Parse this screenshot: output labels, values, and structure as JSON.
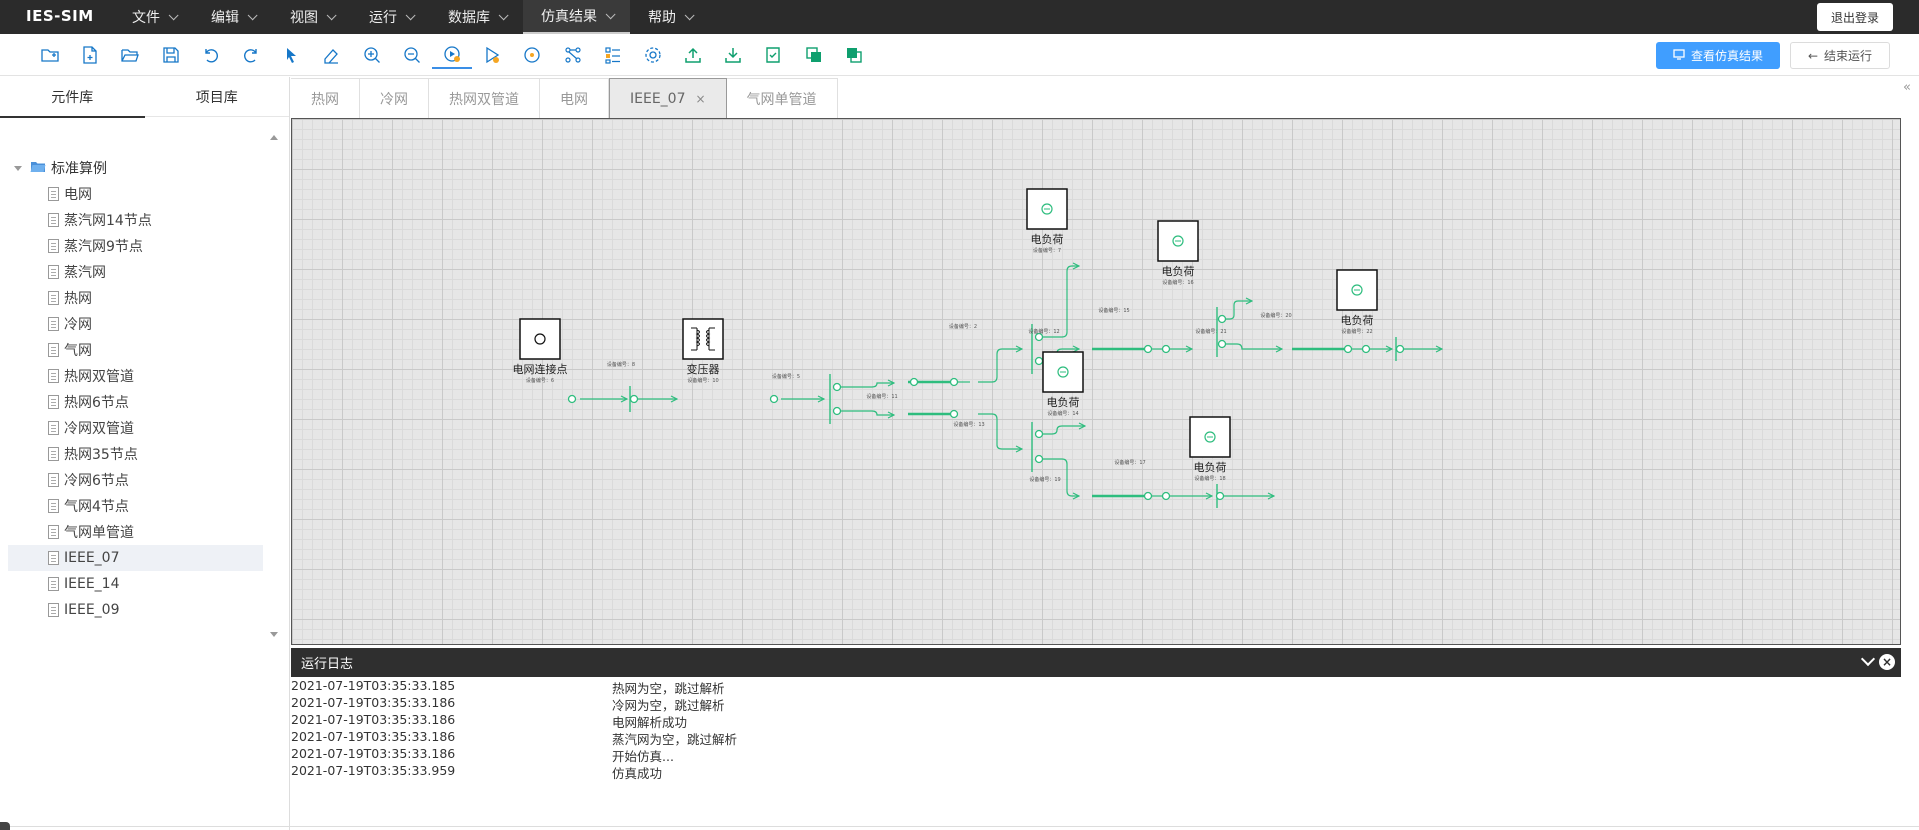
{
  "app": {
    "brand": "IES-SIM",
    "logout_label": "退出登录"
  },
  "menus": [
    {
      "label": "文件"
    },
    {
      "label": "编辑"
    },
    {
      "label": "视图"
    },
    {
      "label": "运行"
    },
    {
      "label": "数据库"
    },
    {
      "label": "仿真结果",
      "active": true
    },
    {
      "label": "帮助"
    }
  ],
  "toolbar": {
    "tools": [
      "new-folder-icon",
      "new-file-icon",
      "open-folder-icon",
      "save-icon",
      "undo-icon",
      "redo-icon",
      "pointer-icon",
      "eraser-icon",
      "zoom-in-icon",
      "zoom-out-icon",
      "run-check-icon",
      "run-pointer-icon",
      "target-icon",
      "graph-icon",
      "list-icon",
      "settings-icon",
      "upload-icon",
      "download-icon",
      "verify-icon",
      "copy-icon",
      "layers-icon"
    ],
    "selected_tool": "run-check-icon",
    "view_results_label": "查看仿真结果",
    "end_run_label": "结束运行"
  },
  "sidebar": {
    "tabs": [
      {
        "label": "元件库",
        "active": true
      },
      {
        "label": "项目库"
      }
    ],
    "root_label": "标准算例",
    "items": [
      {
        "label": "电网"
      },
      {
        "label": "蒸汽网14节点"
      },
      {
        "label": "蒸汽网9节点"
      },
      {
        "label": "蒸汽网"
      },
      {
        "label": "热网"
      },
      {
        "label": "冷网"
      },
      {
        "label": "气网"
      },
      {
        "label": "热网双管道"
      },
      {
        "label": "热网6节点"
      },
      {
        "label": "冷网双管道"
      },
      {
        "label": "热网35节点"
      },
      {
        "label": "冷网6节点"
      },
      {
        "label": "气网4节点"
      },
      {
        "label": "气网单管道"
      },
      {
        "label": "IEEE_07",
        "selected": true
      },
      {
        "label": "IEEE_14"
      },
      {
        "label": "IEEE_09"
      }
    ]
  },
  "doc_tabs": [
    {
      "label": "热网"
    },
    {
      "label": "冷网"
    },
    {
      "label": "热网双管道"
    },
    {
      "label": "电网"
    },
    {
      "label": "IEEE_07",
      "active": true,
      "closable": true
    },
    {
      "label": "气网单管道"
    }
  ],
  "diagram": {
    "components": [
      {
        "id": "grid",
        "label": "电网连接点",
        "sub": "设备编号：6"
      },
      {
        "id": "trans",
        "label": "变压器",
        "sub": "设备编号：10"
      },
      {
        "id": "load7",
        "label": "电负荷",
        "sub": "设备编号：7"
      },
      {
        "id": "load16",
        "label": "电负荷",
        "sub": "设备编号：16"
      },
      {
        "id": "load22",
        "label": "电负荷",
        "sub": "设备编号：22"
      },
      {
        "id": "load14",
        "label": "电负荷",
        "sub": "设备编号：14"
      },
      {
        "id": "load18",
        "label": "电负荷",
        "sub": "设备编号：18"
      }
    ],
    "bus_labels": [
      "设备编号：8",
      "设备编号：5",
      "设备编号：11",
      "设备编号：2",
      "设备编号：12",
      "设备编号：15",
      "设备编号：21",
      "设备编号：20",
      "设备编号：13",
      "设备编号：19",
      "设备编号：17"
    ]
  },
  "log": {
    "title": "运行日志",
    "entries": [
      {
        "time": "2021-07-19T03:35:33.185",
        "msg": "热网为空，跳过解析"
      },
      {
        "time": "2021-07-19T03:35:33.186",
        "msg": "冷网为空，跳过解析"
      },
      {
        "time": "2021-07-19T03:35:33.186",
        "msg": "电网解析成功"
      },
      {
        "time": "2021-07-19T03:35:33.186",
        "msg": "蒸汽网为空，跳过解析"
      },
      {
        "time": "2021-07-19T03:35:33.186",
        "msg": "开始仿真..."
      },
      {
        "time": "2021-07-19T03:35:33.959",
        "msg": "仿真成功"
      }
    ]
  },
  "colors": {
    "accent": "#409eff",
    "wire": "#2ebd7e",
    "menubar": "#2b2b2b"
  }
}
